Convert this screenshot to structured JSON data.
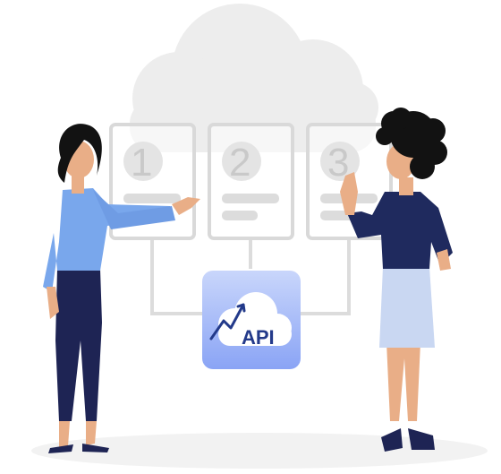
{
  "steps": [
    {
      "number": "1"
    },
    {
      "number": "2"
    },
    {
      "number": "3"
    }
  ],
  "api_badge": {
    "label": "API"
  },
  "colors": {
    "cloud": "#ededed",
    "card_border": "#d9d9d9",
    "badge_top": "#c6d4fb",
    "badge_bottom": "#8ea8f6",
    "api_text": "#233a8a",
    "shirt_left": "#79a7ec",
    "pants_left": "#1e2454",
    "top_right": "#1f2a5e",
    "skirt_right": "#c9d7f2",
    "skin": "#e9ae87",
    "hair": "#121212"
  }
}
